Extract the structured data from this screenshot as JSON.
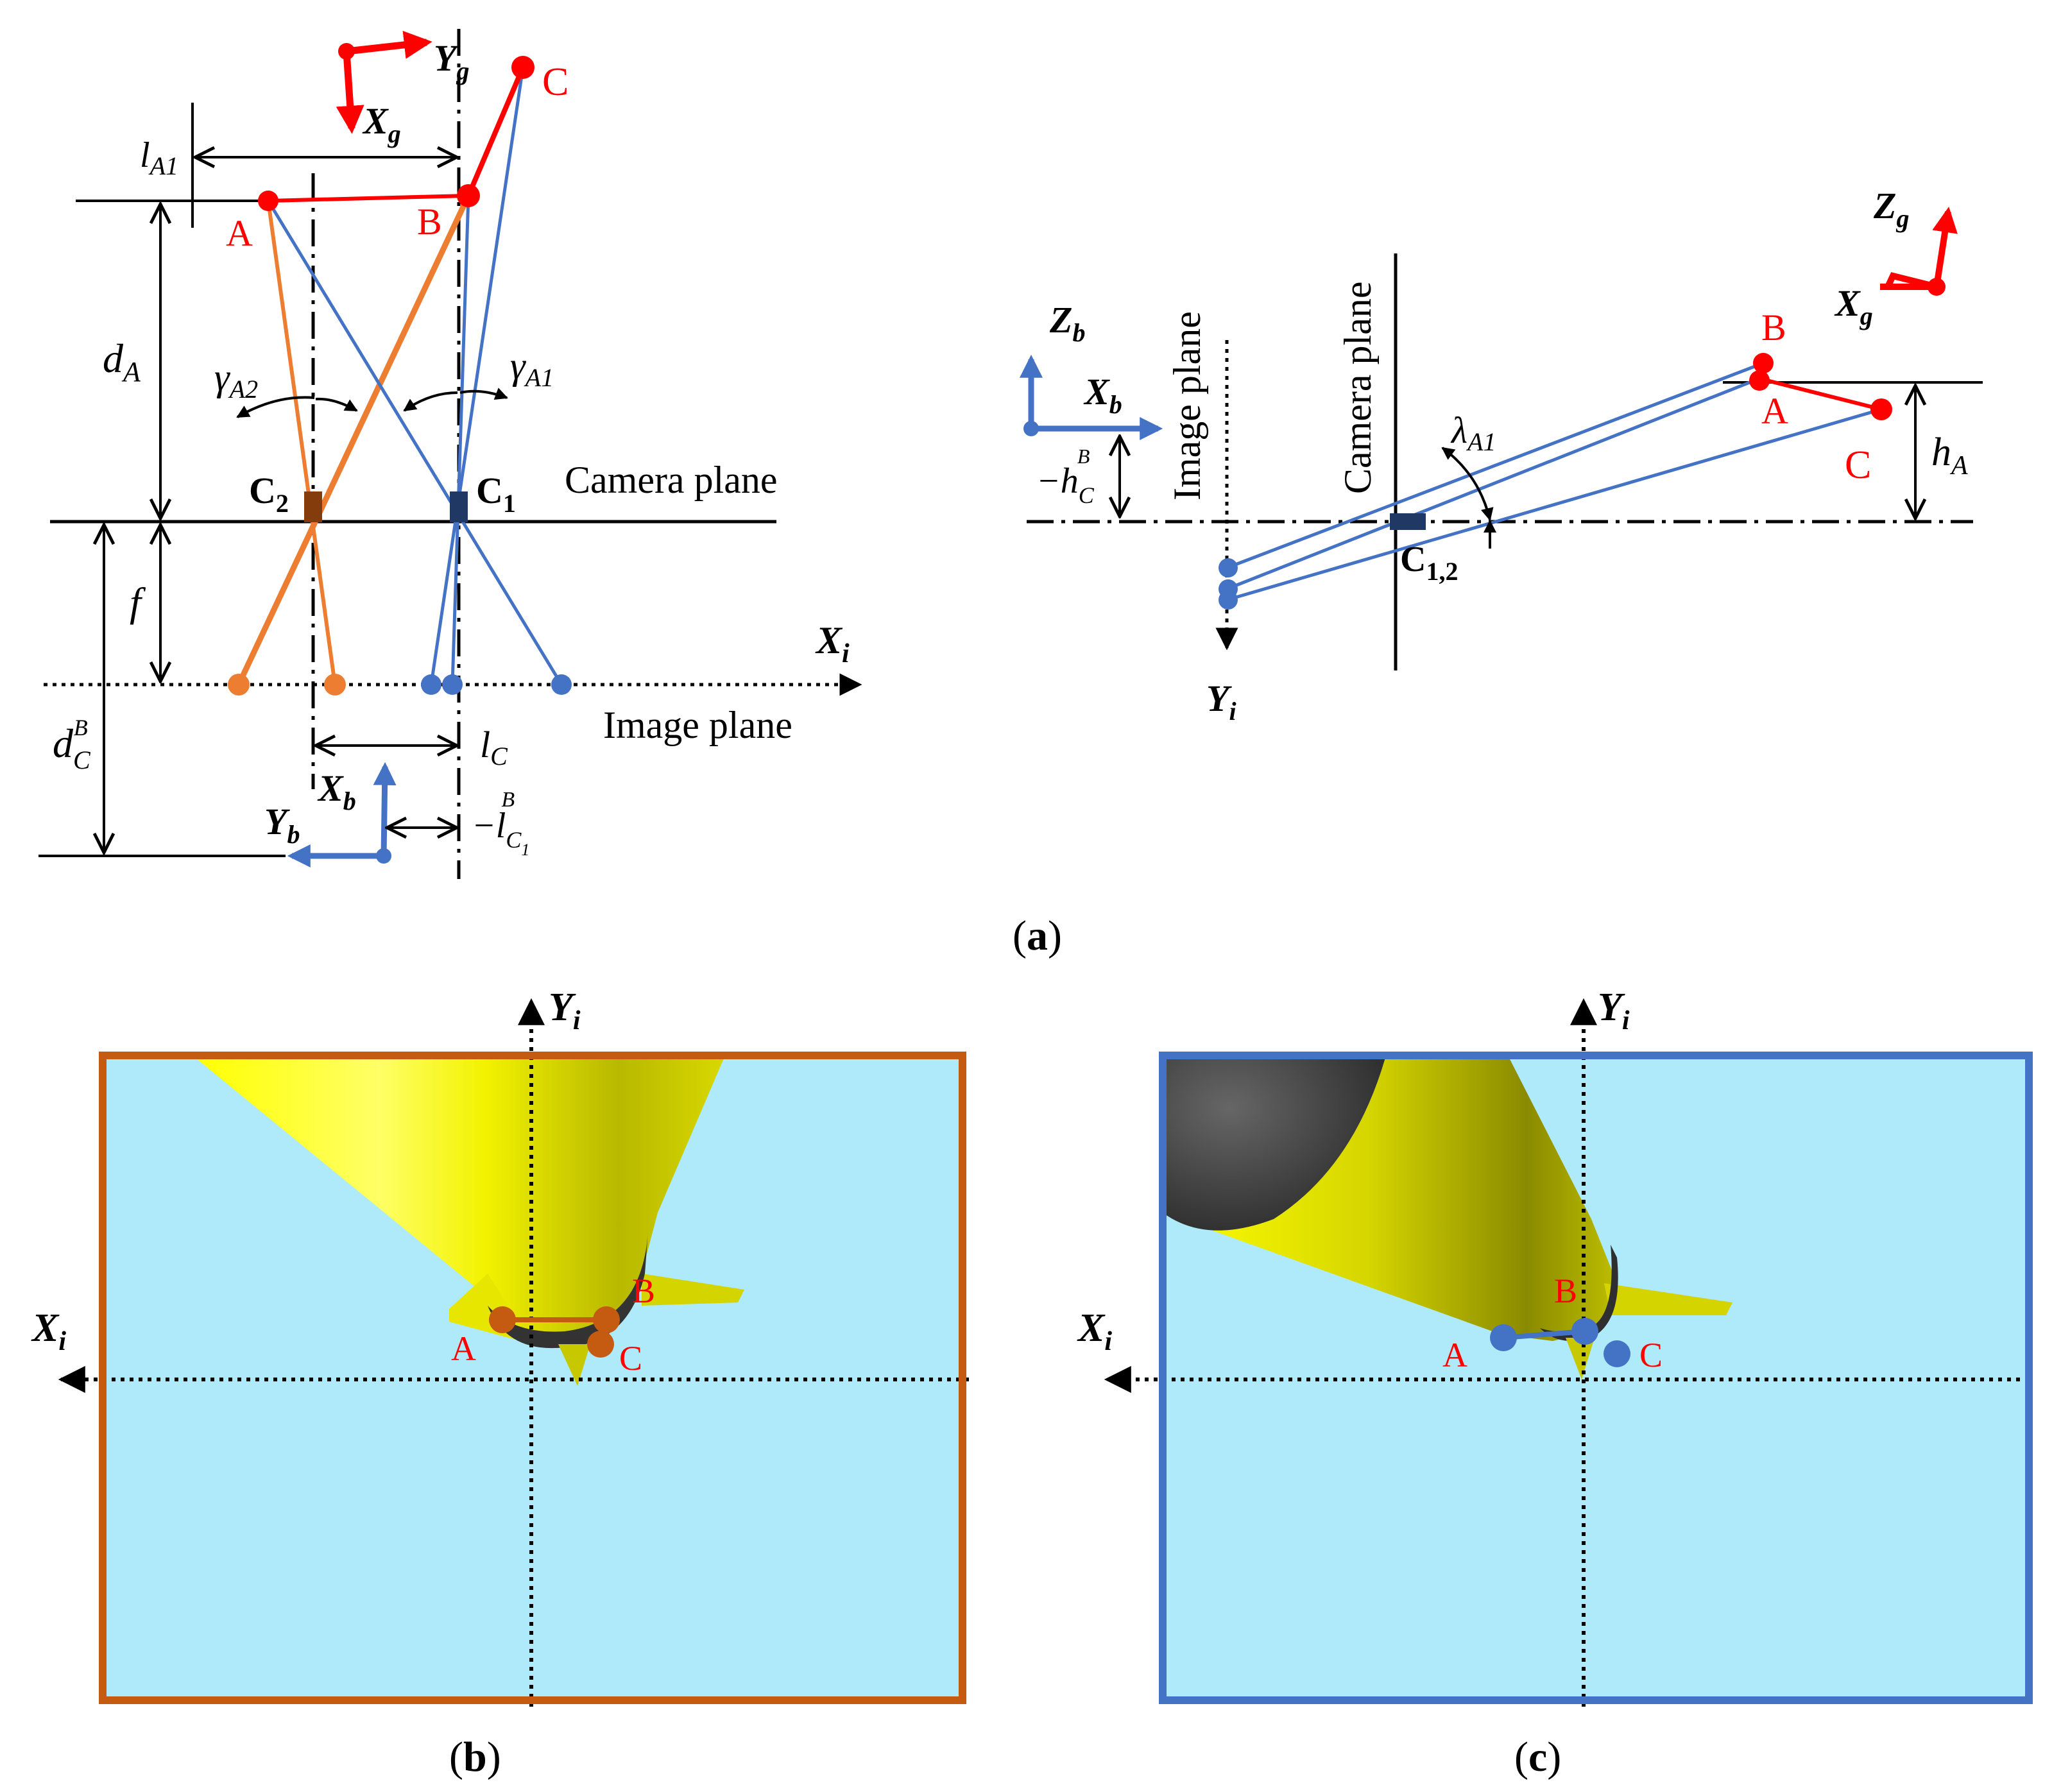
{
  "colors": {
    "red": "#ff0000",
    "orange": "#ed7d31",
    "blue": "#4472c4",
    "camera_dark": "#1f3864",
    "camera_brown": "#843c0c",
    "image_bg": "#aeeaf9",
    "frame_b": "#c55a11",
    "frame_c": "#4472c4",
    "dot_b": "#c55a11",
    "model_yellow": "#ffff00",
    "model_dark": "#3a3a3a"
  },
  "panel_a": {
    "left": {
      "point_a": "A",
      "point_b": "B",
      "point_c": "C",
      "axis_yg": "Y",
      "axis_yg_sub": "g",
      "axis_xg": "X",
      "axis_xg_sub": "g",
      "l_a1": "l",
      "l_a1_sub": "A1",
      "d_a": "d",
      "d_a_sub": "A",
      "gamma_a2": "γ",
      "gamma_a2_sub": "A2",
      "gamma_a1": "γ",
      "gamma_a1_sub": "A1",
      "cam2": "C",
      "cam2_sub": "2",
      "cam1": "C",
      "cam1_sub": "1",
      "camera_plane": "Camera plane",
      "f": "f",
      "axis_xi": "X",
      "axis_xi_sub": "i",
      "image_plane": "Image plane",
      "l_c": "l",
      "l_c_sub": "C",
      "d_cb": "d",
      "d_cb_sub": "C",
      "d_cb_sup": "B",
      "axis_xb": "X",
      "axis_xb_sub": "b",
      "axis_yb": "Y",
      "axis_yb_sub": "b",
      "neg_l_cb": "−l",
      "neg_l_cb_sub": "C",
      "neg_l_cb_subsub": "1",
      "neg_l_cb_sup": "B"
    },
    "right": {
      "axis_zg": "Z",
      "axis_zg_sub": "g",
      "axis_xg": "X",
      "axis_xg_sub": "g",
      "axis_zb": "Z",
      "axis_zb_sub": "b",
      "axis_xb": "X",
      "axis_xb_sub": "b",
      "image_plane": "Image plane",
      "camera_plane": "Camera plane",
      "point_b": "B",
      "point_a": "A",
      "point_c": "C",
      "lambda_a1": "λ",
      "lambda_a1_sub": "A1",
      "h_a": "h",
      "h_a_sub": "A",
      "neg_h_cb": "−h",
      "neg_h_cb_sub": "C",
      "neg_h_cb_sup": "B",
      "cam12": "C",
      "cam12_sub": "1,2",
      "axis_yi": "Y",
      "axis_yi_sub": "i"
    },
    "caption": "a"
  },
  "panel_b": {
    "axis_yi": "Y",
    "axis_yi_sub": "i",
    "axis_xi": "X",
    "axis_xi_sub": "i",
    "point_a": "A",
    "point_b": "B",
    "point_c": "C",
    "caption": "b"
  },
  "panel_c": {
    "axis_yi": "Y",
    "axis_yi_sub": "i",
    "axis_xi": "X",
    "axis_xi_sub": "i",
    "point_a": "A",
    "point_b": "B",
    "point_c": "C",
    "caption": "c"
  }
}
